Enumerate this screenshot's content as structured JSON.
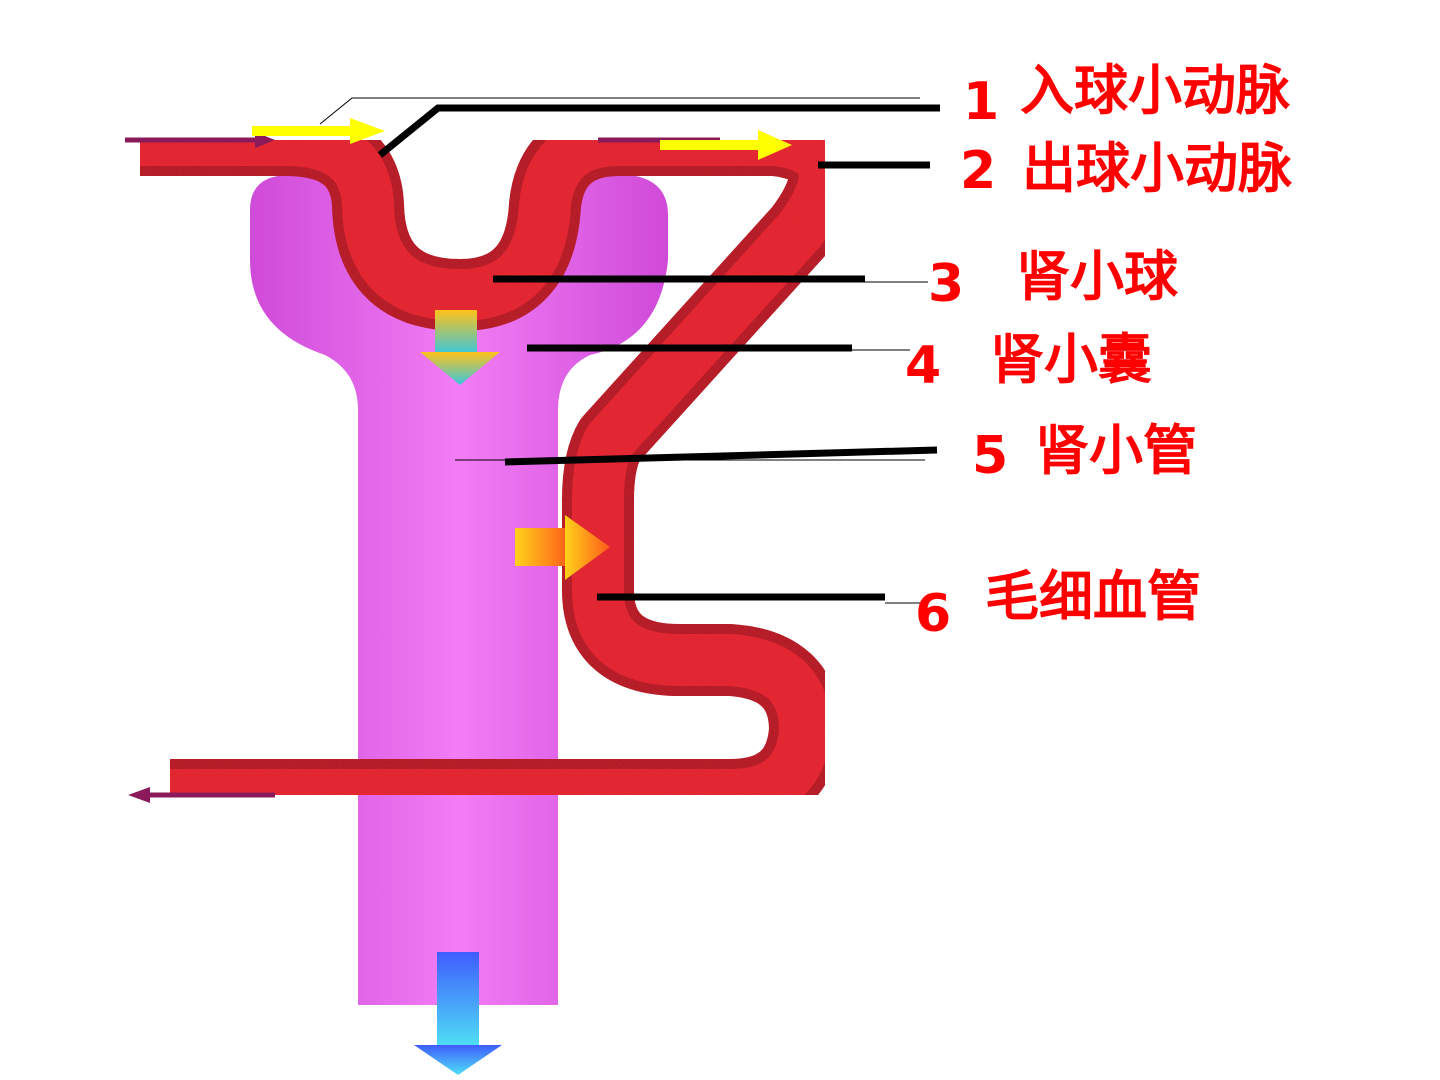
{
  "diagram": {
    "labels": [
      {
        "id": "1",
        "number": "1",
        "text": "入球小动脉"
      },
      {
        "id": "2",
        "number": "2",
        "text": "出球小动脉"
      },
      {
        "id": "3",
        "number": "3",
        "text": "肾小球"
      },
      {
        "id": "4",
        "number": "4",
        "text": "肾小囊"
      },
      {
        "id": "5",
        "number": "5",
        "text": "肾小管"
      },
      {
        "id": "6",
        "number": "6",
        "text": "毛细血管"
      }
    ]
  },
  "colors": {
    "label_text": "#ff0000",
    "blood_vessel": "#e8232a",
    "blood_vessel_dark": "#b3121a",
    "tubule": "#e35de8",
    "tubule_light": "#f27df5",
    "leader_line": "#000000",
    "flow_arrow_yellow": "#ffff00",
    "flow_arrow_purple": "#8b1a5a",
    "urine_arrow": "#3f66ff"
  }
}
